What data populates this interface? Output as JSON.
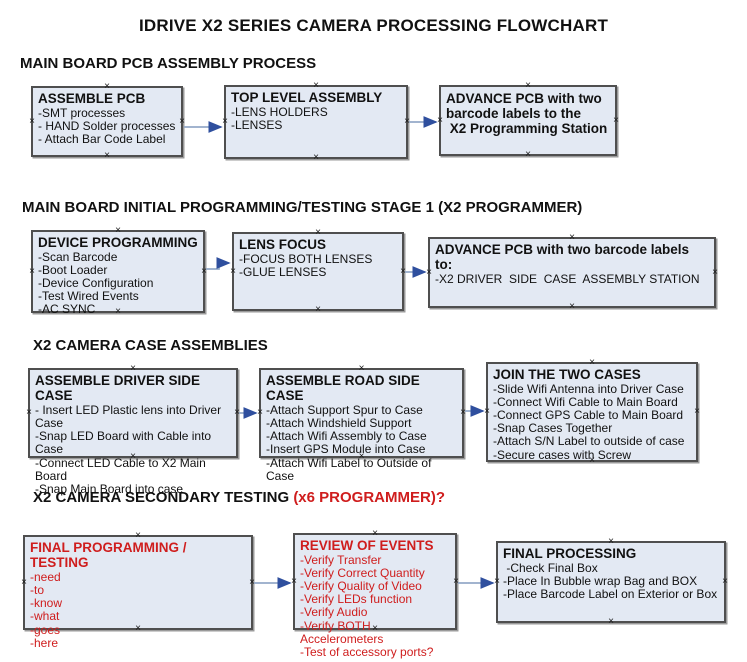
{
  "title": "IDRIVE X2  SERIES CAMERA PROCESSING FLOWCHART",
  "colors": {
    "box_fill": "#e3e9f3",
    "box_border": "#4f4f4f",
    "connector_line": "#94aac8",
    "connector_arrow": "#2f4f9e",
    "red_text": "#cf1d1d"
  },
  "icons": {
    "connection_handle_glyph": "×"
  },
  "sections": [
    {
      "heading": "MAIN BOARD PCB ASSEMBLY PROCESS",
      "heading_red_suffix": "",
      "boxes": [
        {
          "title": "ASSEMBLE PCB",
          "items": [
            "-SMT processes",
            "- HAND Solder processes",
            "- Attach Bar Code Label"
          ]
        },
        {
          "title": "TOP LEVEL ASSEMBLY",
          "items": [
            "-LENS HOLDERS",
            "-LENSES"
          ]
        },
        {
          "title": "",
          "items": [
            "ADVANCE PCB with two",
            "barcode labels to the",
            " X2 Programming Station"
          ]
        }
      ]
    },
    {
      "heading": "MAIN BOARD INITIAL PROGRAMMING/TESTING STAGE 1 (X2 PROGRAMMER)",
      "heading_red_suffix": "",
      "boxes": [
        {
          "title": "DEVICE PROGRAMMING",
          "items": [
            "-Scan Barcode",
            "-Boot Loader",
            "-Device Configuration",
            "-Test Wired Events",
            "-AC SYNC"
          ]
        },
        {
          "title": "LENS FOCUS",
          "items": [
            "-FOCUS BOTH LENSES",
            "-GLUE LENSES"
          ]
        },
        {
          "title": "ADVANCE PCB with two barcode labels to:",
          "items": [
            "-X2 DRIVER  SIDE  CASE  ASSEMBLY STATION"
          ]
        }
      ]
    },
    {
      "heading": "X2 CAMERA CASE ASSEMBLIES",
      "heading_red_suffix": "",
      "boxes": [
        {
          "title": "ASSEMBLE DRIVER SIDE CASE",
          "items": [
            "- Insert LED Plastic lens into Driver Case",
            "-Snap LED Board with Cable into Case",
            "-Connect LED Cable to X2 Main Board",
            "-Snap Main Board into case"
          ]
        },
        {
          "title": "ASSEMBLE ROAD SIDE CASE",
          "items": [
            "-Attach Support Spur to Case",
            "-Attach Windshield Support",
            "-Attach Wifi Assembly to Case",
            "-Insert GPS Module into Case",
            "-Attach Wifi Label to Outside of Case"
          ]
        },
        {
          "title": "JOIN THE TWO CASES",
          "items": [
            "-Slide Wifi Antenna into Driver Case",
            "-Connect Wifi Cable to Main Board",
            "-Connect GPS Cable to Main Board",
            "-Snap Cases Together",
            "-Attach S/N Label to outside of case",
            "-Secure cases with Screw"
          ]
        }
      ]
    },
    {
      "heading": "X2 CAMERA SECONDARY TESTING ",
      "heading_red_suffix": " (x6 PROGRAMMER)?",
      "boxes": [
        {
          "title": "FINAL PROGRAMMING / TESTING",
          "items": [
            "-need",
            "-to",
            "-know",
            "-what",
            "-goes",
            "-here"
          ]
        },
        {
          "title": "REVIEW OF EVENTS",
          "items": [
            "-Verify Transfer",
            "-Verify Correct Quantity",
            "-Verify Quality of Video",
            "-Verify LEDs function",
            "-Verify Audio",
            "-Verify BOTH Accelerometers",
            "-Test of accessory ports?"
          ]
        },
        {
          "title": "FINAL PROCESSING",
          "items": [
            " -Check Final Box",
            "-Place In Bubble wrap Bag and BOX",
            "-Place Barcode Label on Exterior or Box"
          ]
        }
      ]
    }
  ]
}
